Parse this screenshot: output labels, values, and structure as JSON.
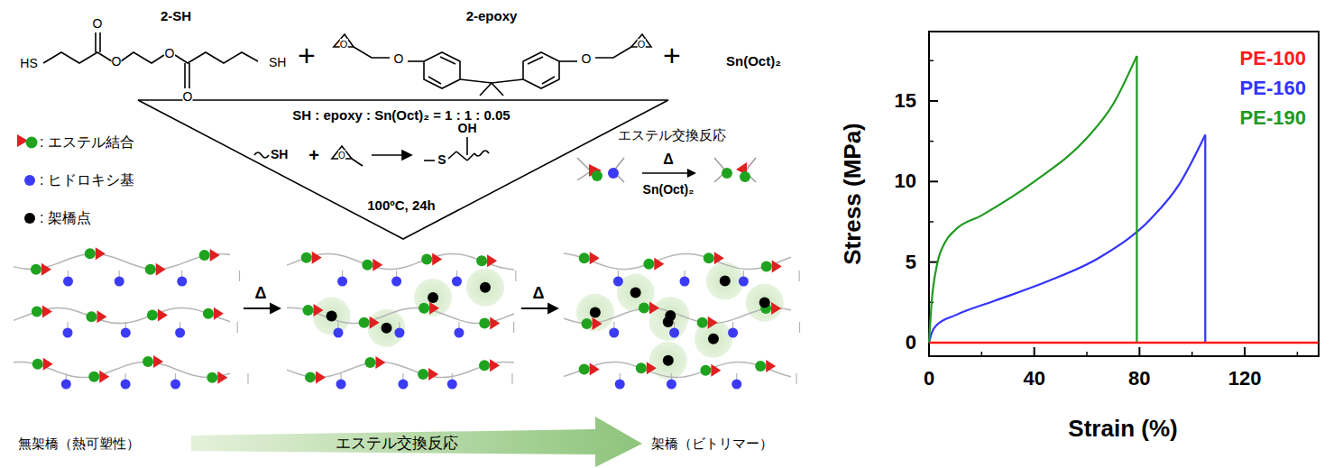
{
  "diagram": {
    "nodes": [
      {
        "text": [
          "SH : epoxy : Sn(Oct)₂ = 1 : 1 : 0.05",
          "100ºC, 24h"
        ]
      }
    ],
    "labels": [
      "2-SH",
      "HS",
      "O",
      "O",
      "O",
      "O",
      "SH",
      "+",
      "2-epoxy",
      "O",
      "O",
      "O",
      "O",
      "+",
      "Sn(Oct)₂",
      "SH",
      "+",
      "O",
      "S",
      "OH",
      "エステル交換反応",
      "Δ",
      "Sn(Oct)₂",
      "Δ",
      "Δ",
      "無架橋（熱可塑性）",
      "エステル交換反応",
      "架橋（ビトリマー）",
      "Stress (MPa)",
      "Strain (%)",
      "0",
      "5",
      "10",
      "15",
      "0",
      "40",
      "80",
      "120"
    ],
    "legend": [
      {
        "text": ": エステル結合"
      },
      {
        "text": ": ヒドロキシ基",
        "color": "#3b3bf5"
      },
      {
        "text": ": 架橋点",
        "color": "#000000"
      },
      {
        "text": "PE-100",
        "color": "#ff1a1a"
      },
      {
        "text": "PE-160",
        "color": "#3333ff"
      },
      {
        "text": "PE-190",
        "color": "#1f9a1f"
      }
    ]
  }
}
